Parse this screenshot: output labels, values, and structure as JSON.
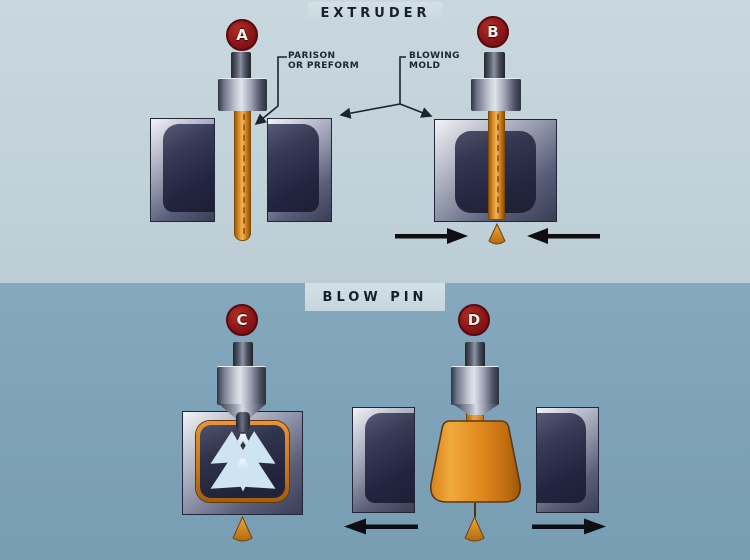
{
  "header": {
    "top_title": "EXTRUDER",
    "bottom_title": "BLOW PIN"
  },
  "annotations": {
    "parison": {
      "line1": "PARISON",
      "line2": "OR PREFORM"
    },
    "blowing_mold": {
      "line1": "BLOWING",
      "line2": "MOLD"
    }
  },
  "stages": [
    {
      "letter": "A"
    },
    {
      "letter": "B"
    },
    {
      "letter": "C"
    },
    {
      "letter": "D"
    }
  ],
  "icons": [
    "inward-arrow-left-icon",
    "inward-arrow-right-icon",
    "outward-arrow-left-icon",
    "outward-arrow-right-icon",
    "air-flow-icon",
    "pointer-arrow-icon"
  ],
  "colors": {
    "background_top": "#c5d4da",
    "background_bottom": "#7fa4b9",
    "title_box": "#cddbe2",
    "text_navy": "#1b2733",
    "badge_red": "#8c1518",
    "plastic_orange": "#e0891e",
    "plastic_orange_dark": "#a35e0d",
    "metal_light": "#dfe3ea",
    "metal_dark": "#2f3442",
    "mold_frame": "#8f93a8",
    "mold_cavity": "#23263e",
    "air_arrow_blue": "#d6e9f6",
    "arrow_black": "#0e0e14"
  }
}
